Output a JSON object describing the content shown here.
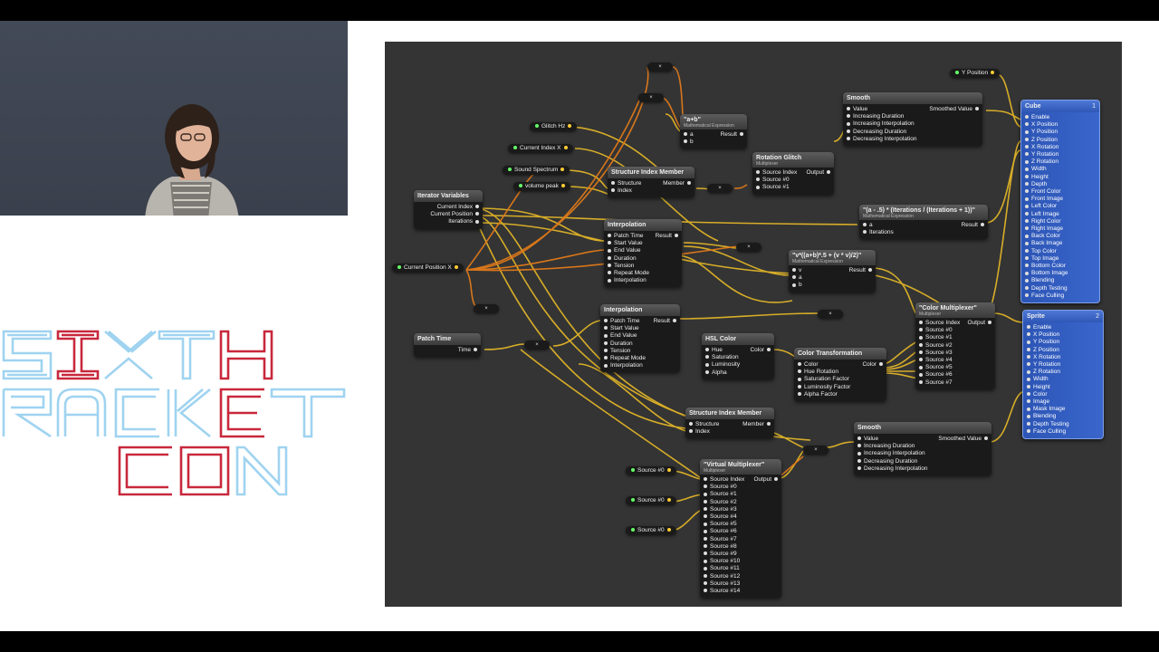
{
  "logo": {
    "line1": "SIXTH",
    "line2": "RACKET",
    "line3": "CON"
  },
  "colors": {
    "canvas": "#343434",
    "wire": "#e0b428",
    "wire_orange": "#e07a1a",
    "logo_blue": "#9fd3f0",
    "logo_red": "#c8283c",
    "renderer": "#3a66cc"
  },
  "pills": {
    "glitch_hz": "Glitch Hz",
    "current_index_x": "Current Index X",
    "sound_spectrum": "Sound Spectrum",
    "volume_peak": "volume peak",
    "current_position_x": "Current Position X",
    "y_position": "Y Position",
    "source0a": "Source #0",
    "source0b": "Source #0",
    "source0c": "Source #0"
  },
  "mini_label": "×",
  "nodes": {
    "iterator": {
      "title": "Iterator Variables",
      "outputs": [
        "Current Index",
        "Current Position",
        "Iterations"
      ]
    },
    "patch_time": {
      "title": "Patch Time",
      "outputs": [
        "Time"
      ]
    },
    "math_ab": {
      "title": "\"a+b\"",
      "subtitle": "Mathematical Expression",
      "inputs": [
        "a",
        "b"
      ],
      "outputs": [
        "Result"
      ]
    },
    "struct_idx1": {
      "title": "Structure Index Member",
      "inputs": [
        "Structure",
        "Index"
      ],
      "outputs": [
        "Member"
      ]
    },
    "rotation_glitch": {
      "title": "Rotation Glitch",
      "subtitle": "Multiplexer",
      "inputs": [
        "Source Index",
        "Source #0",
        "Source #1"
      ],
      "outputs": [
        "Output"
      ]
    },
    "smooth1": {
      "title": "Smooth",
      "inputs": [
        "Value",
        "Increasing Duration",
        "Increasing Interpolation",
        "Decreasing Duration",
        "Decreasing Interpolation"
      ],
      "outputs": [
        "Smoothed Value"
      ]
    },
    "interp1": {
      "title": "Interpolation",
      "inputs": [
        "Patch Time",
        "Start Value",
        "End Value",
        "Duration",
        "Tension",
        "Repeat Mode",
        "Interpolation"
      ],
      "outputs": [
        "Result"
      ]
    },
    "math_iter": {
      "title": "\"(a - .5) * (Iterations / (Iterations + 1))\"",
      "subtitle": "Mathematical Expression",
      "inputs": [
        "a",
        "Iterations"
      ],
      "outputs": [
        "Result"
      ]
    },
    "math_v": {
      "title": "\"v*((a+b)*.5 + (v * v)/2)\"",
      "subtitle": "Mathematical Expression",
      "inputs": [
        "v",
        "a",
        "b"
      ],
      "outputs": [
        "Result"
      ]
    },
    "interp2": {
      "title": "Interpolation",
      "inputs": [
        "Patch Time",
        "Start Value",
        "End Value",
        "Duration",
        "Tension",
        "Repeat Mode",
        "Interpolation"
      ],
      "outputs": [
        "Result"
      ]
    },
    "hsl": {
      "title": "HSL Color",
      "inputs": [
        "Hue",
        "Saturation",
        "Luminosity",
        "Alpha"
      ],
      "outputs": [
        "Color"
      ]
    },
    "color_transform": {
      "title": "Color Transformation",
      "inputs": [
        "Color",
        "Hue Rotation",
        "Saturation Factor",
        "Luminosity Factor",
        "Alpha Factor"
      ],
      "outputs": [
        "Color"
      ]
    },
    "color_mux": {
      "title": "\"Color Multiplexer\"",
      "subtitle": "Multiplexer",
      "inputs": [
        "Source Index",
        "Source #0",
        "Source #1",
        "Source #2",
        "Source #3",
        "Source #4",
        "Source #5",
        "Source #6",
        "Source #7"
      ],
      "outputs": [
        "Output"
      ]
    },
    "struct_idx2": {
      "title": "Structure Index Member",
      "inputs": [
        "Structure",
        "Index"
      ],
      "outputs": [
        "Member"
      ]
    },
    "smooth2": {
      "title": "Smooth",
      "inputs": [
        "Value",
        "Increasing Duration",
        "Increasing Interpolation",
        "Decreasing Duration",
        "Decreasing Interpolation"
      ],
      "outputs": [
        "Smoothed Value"
      ]
    },
    "virtual_mux": {
      "title": "\"Virtual Multiplexer\"",
      "subtitle": "Multiplexer",
      "inputs": [
        "Source Index",
        "Source #0",
        "Source #1",
        "Source #2",
        "Source #3",
        "Source #4",
        "Source #5",
        "Source #6",
        "Source #7",
        "Source #8",
        "Source #9",
        "Source #10",
        "Source #11",
        "Source #12",
        "Source #13",
        "Source #14"
      ],
      "outputs": [
        "Output"
      ]
    },
    "cube": {
      "title": "Cube",
      "badge": "1",
      "inputs": [
        "Enable",
        "X Position",
        "Y Position",
        "Z Position",
        "X Rotation",
        "Y Rotation",
        "Z Rotation",
        "Width",
        "Height",
        "Depth",
        "Front Color",
        "Front Image",
        "Left Color",
        "Left Image",
        "Right Color",
        "Right Image",
        "Back Color",
        "Back Image",
        "Top Color",
        "Top Image",
        "Bottom Color",
        "Bottom Image",
        "Blending",
        "Depth Testing",
        "Face Culling"
      ]
    },
    "sprite": {
      "title": "Sprite",
      "badge": "2",
      "inputs": [
        "Enable",
        "X Position",
        "Y Position",
        "Z Position",
        "X Rotation",
        "Y Rotation",
        "Z Rotation",
        "Width",
        "Height",
        "Color",
        "Image",
        "Mask Image",
        "Blending",
        "Depth Testing",
        "Face Culling"
      ]
    }
  }
}
